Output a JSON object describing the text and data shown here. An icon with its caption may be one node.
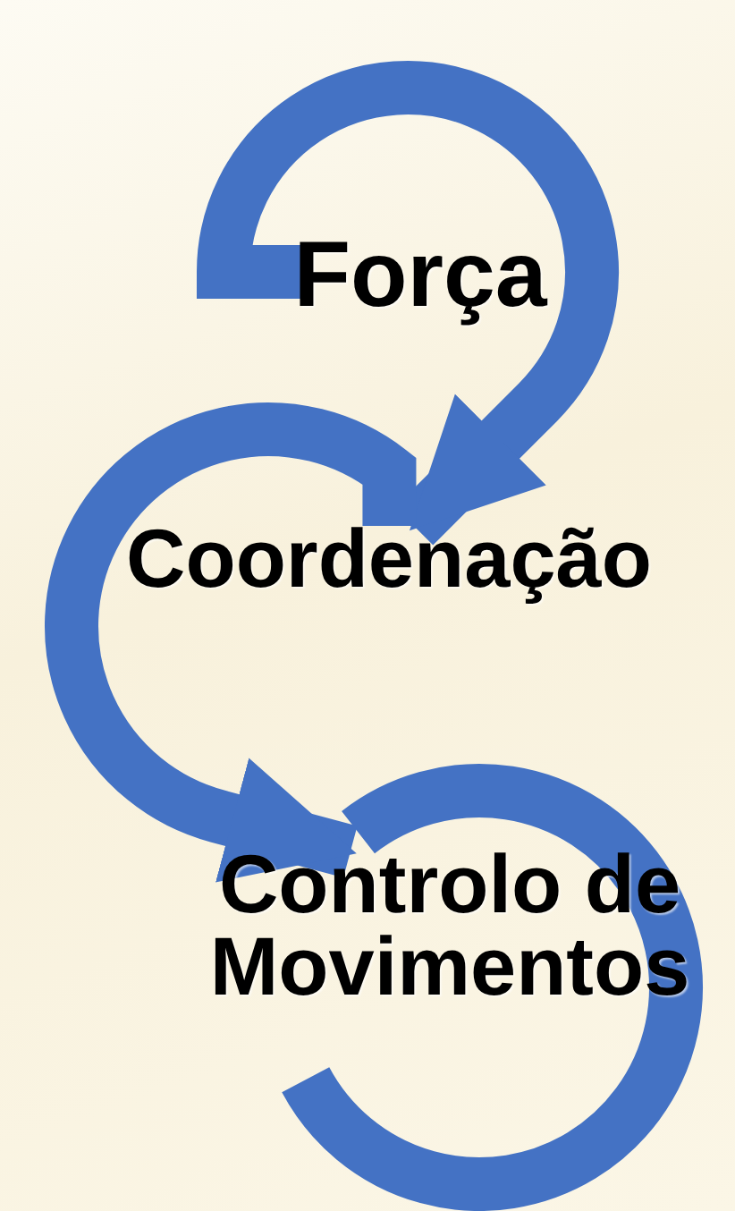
{
  "diagram": {
    "nodes": [
      {
        "text": [
          "Força"
        ]
      },
      {
        "text": [
          "Coordenação"
        ]
      },
      {
        "text": [
          "Controlo de Movimentos"
        ]
      }
    ],
    "edges": [
      {
        "from": 0,
        "to": 1,
        "arrow": "to"
      },
      {
        "from": 1,
        "to": 2,
        "arrow": "to"
      }
    ]
  }
}
